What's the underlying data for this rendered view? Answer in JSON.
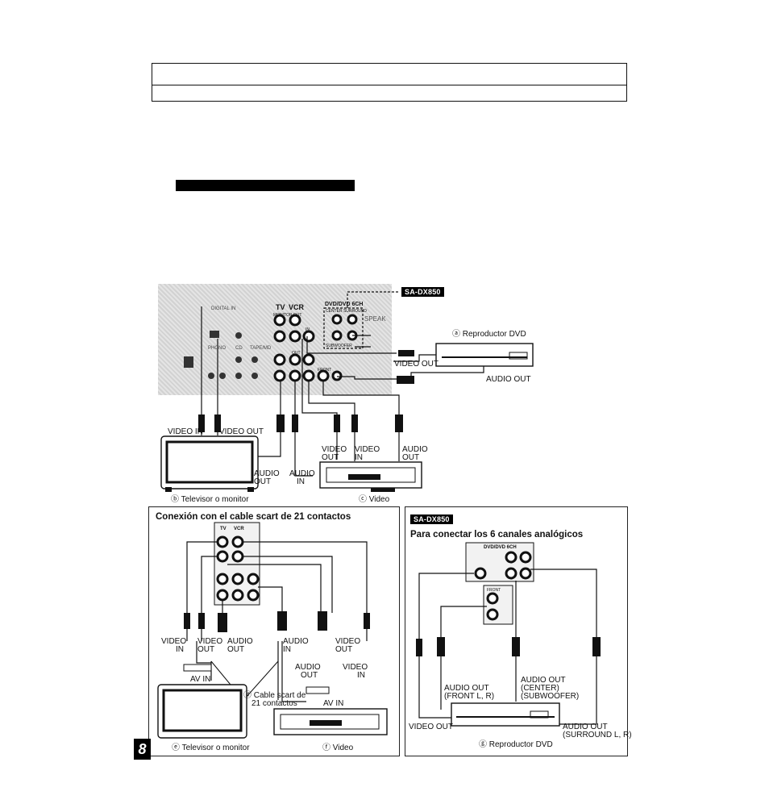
{
  "page_number": "8",
  "top_diagram": {
    "badge": "SA-DX850",
    "panel_labels": {
      "tv": "TV",
      "vcr": "VCR",
      "dvd_6ch": "DVD/DVD 6CH",
      "center_surround": "CENTER SURROUND",
      "subwoofer": "SUBWOOFER",
      "speakers": "SPEAK",
      "digital_in": "DIGITAL IN",
      "phono": "PHONO",
      "cd": "CD",
      "tape": "TAPE/MD",
      "in": "IN",
      "out": "OUT",
      "front": "FRONT",
      "monitor_out": "MONITOR OUT"
    },
    "dvd_player": {
      "caption": "ⓐ Reproductor DVD",
      "video_out": "VIDEO OUT",
      "audio_out": "AUDIO OUT"
    },
    "tv": {
      "video_in": "VIDEO IN",
      "video_out": "VIDEO OUT",
      "audio_out_1": "AUDIO",
      "audio_out_2": "OUT",
      "caption": "ⓑ Televisor o monitor"
    },
    "vcr": {
      "video_out_1": "VIDEO",
      "video_out_2": "OUT",
      "video_in_1": "VIDEO",
      "video_in_2": "IN",
      "audio_out_1": "AUDIO",
      "audio_out_2": "OUT",
      "audio_in_1": "AUDIO",
      "audio_in_2": "IN",
      "caption": "ⓒ Video"
    }
  },
  "scart_panel": {
    "title": "Conexión con el cable scart de 21 contactos",
    "labels": {
      "video_in_1": "VIDEO",
      "video_in_2": "IN",
      "video_out_1": "VIDEO",
      "video_out_2": "OUT",
      "audio_out_1": "AUDIO",
      "audio_out_2": "OUT",
      "audio_in_1": "AUDIO",
      "audio_in_2": "IN",
      "video_out_r1": "VIDEO",
      "video_out_r2": "OUT",
      "audio_out_b1": "AUDIO",
      "audio_out_b2": "OUT",
      "video_in_r1": "VIDEO",
      "video_in_r2": "IN",
      "av_in_left": "AV IN",
      "av_in_right": "AV IN",
      "scart_cable_1": "ⓓ Cable scart de",
      "scart_cable_2": "21 contactos"
    },
    "tv_caption": "ⓔ Televisor o monitor",
    "vcr_caption": "ⓕ Video"
  },
  "analog_panel": {
    "badge": "SA-DX850",
    "title": "Para conectar los 6 canales analógicos",
    "labels": {
      "front_1": "AUDIO OUT",
      "front_2": "(FRONT L, R)",
      "center_1": "AUDIO OUT",
      "center_2": "(CENTER)",
      "center_3": "(SUBWOOFER)",
      "video_out": "VIDEO OUT",
      "surround_1": "AUDIO OUT",
      "surround_2": "(SURROUND L, R)"
    },
    "dvd_caption": "ⓖ Reproductor DVD"
  }
}
